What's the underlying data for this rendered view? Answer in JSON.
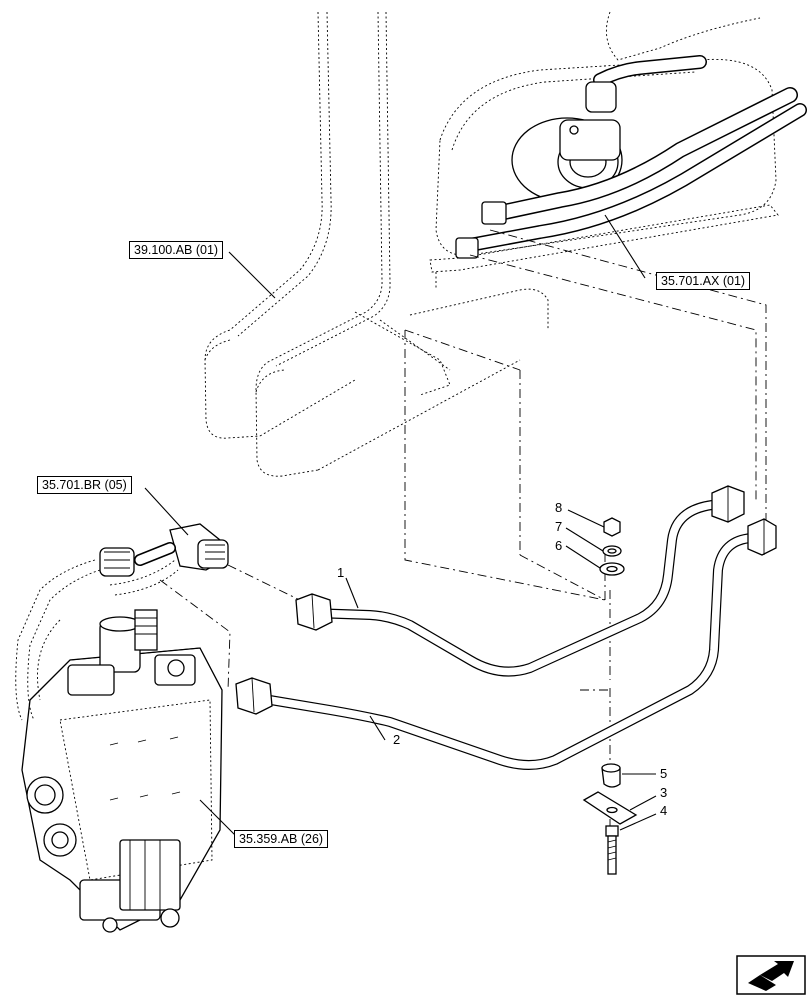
{
  "references": {
    "upper_frame": "39.100.AB (01)",
    "valve_fitting": "35.701.BR (05)",
    "upper_hoses": "35.701.AX (01)",
    "control_valve": "35.359.AB (26)"
  },
  "callouts": {
    "c1": "1",
    "c2": "2",
    "c3": "3",
    "c4": "4",
    "c5": "5",
    "c6": "6",
    "c7": "7",
    "c8": "8"
  },
  "icons": {
    "navigation": "next-page-arrow-icon"
  }
}
